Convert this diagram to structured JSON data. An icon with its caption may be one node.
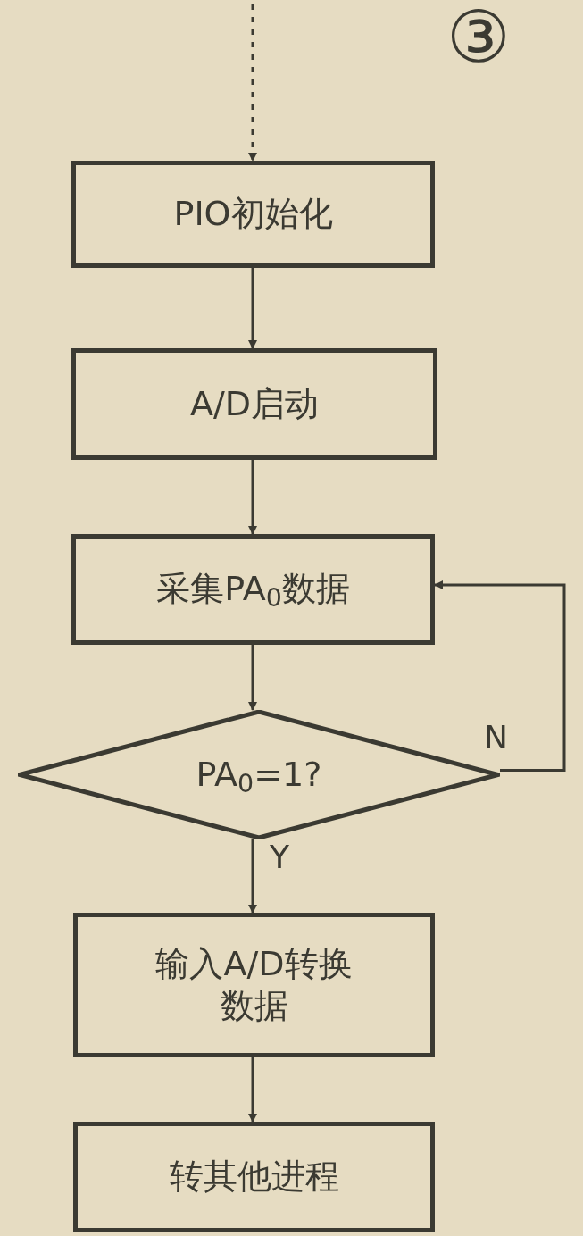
{
  "diagram": {
    "nodes": [
      {
        "text": [
          "PIO初始化"
        ]
      },
      {
        "text": [
          "A/D启动"
        ]
      },
      {
        "text": [
          "采集PA$_{0}$数据"
        ]
      },
      {
        "text": [
          "PA$_{0}$=1?"
        ]
      },
      {
        "text": [
          "输入A/D转换数据"
        ]
      },
      {
        "text": [
          "转其他进程"
        ]
      }
    ],
    "edges": [
      {
        "from": null,
        "to": 0,
        "arrow": "to",
        "style": "dashed"
      },
      {
        "from": 0,
        "to": 1,
        "arrow": "to"
      },
      {
        "from": 1,
        "to": 2,
        "arrow": "to"
      },
      {
        "from": 2,
        "to": 3,
        "arrow": "to"
      },
      {
        "from": 3,
        "to": 4,
        "arrow": "to",
        "label": "Y"
      },
      {
        "from": 3,
        "to": 2,
        "arrow": "to",
        "label": "N"
      },
      {
        "from": 4,
        "to": 5,
        "arrow": "to"
      }
    ],
    "labels": [
      "③"
    ]
  }
}
